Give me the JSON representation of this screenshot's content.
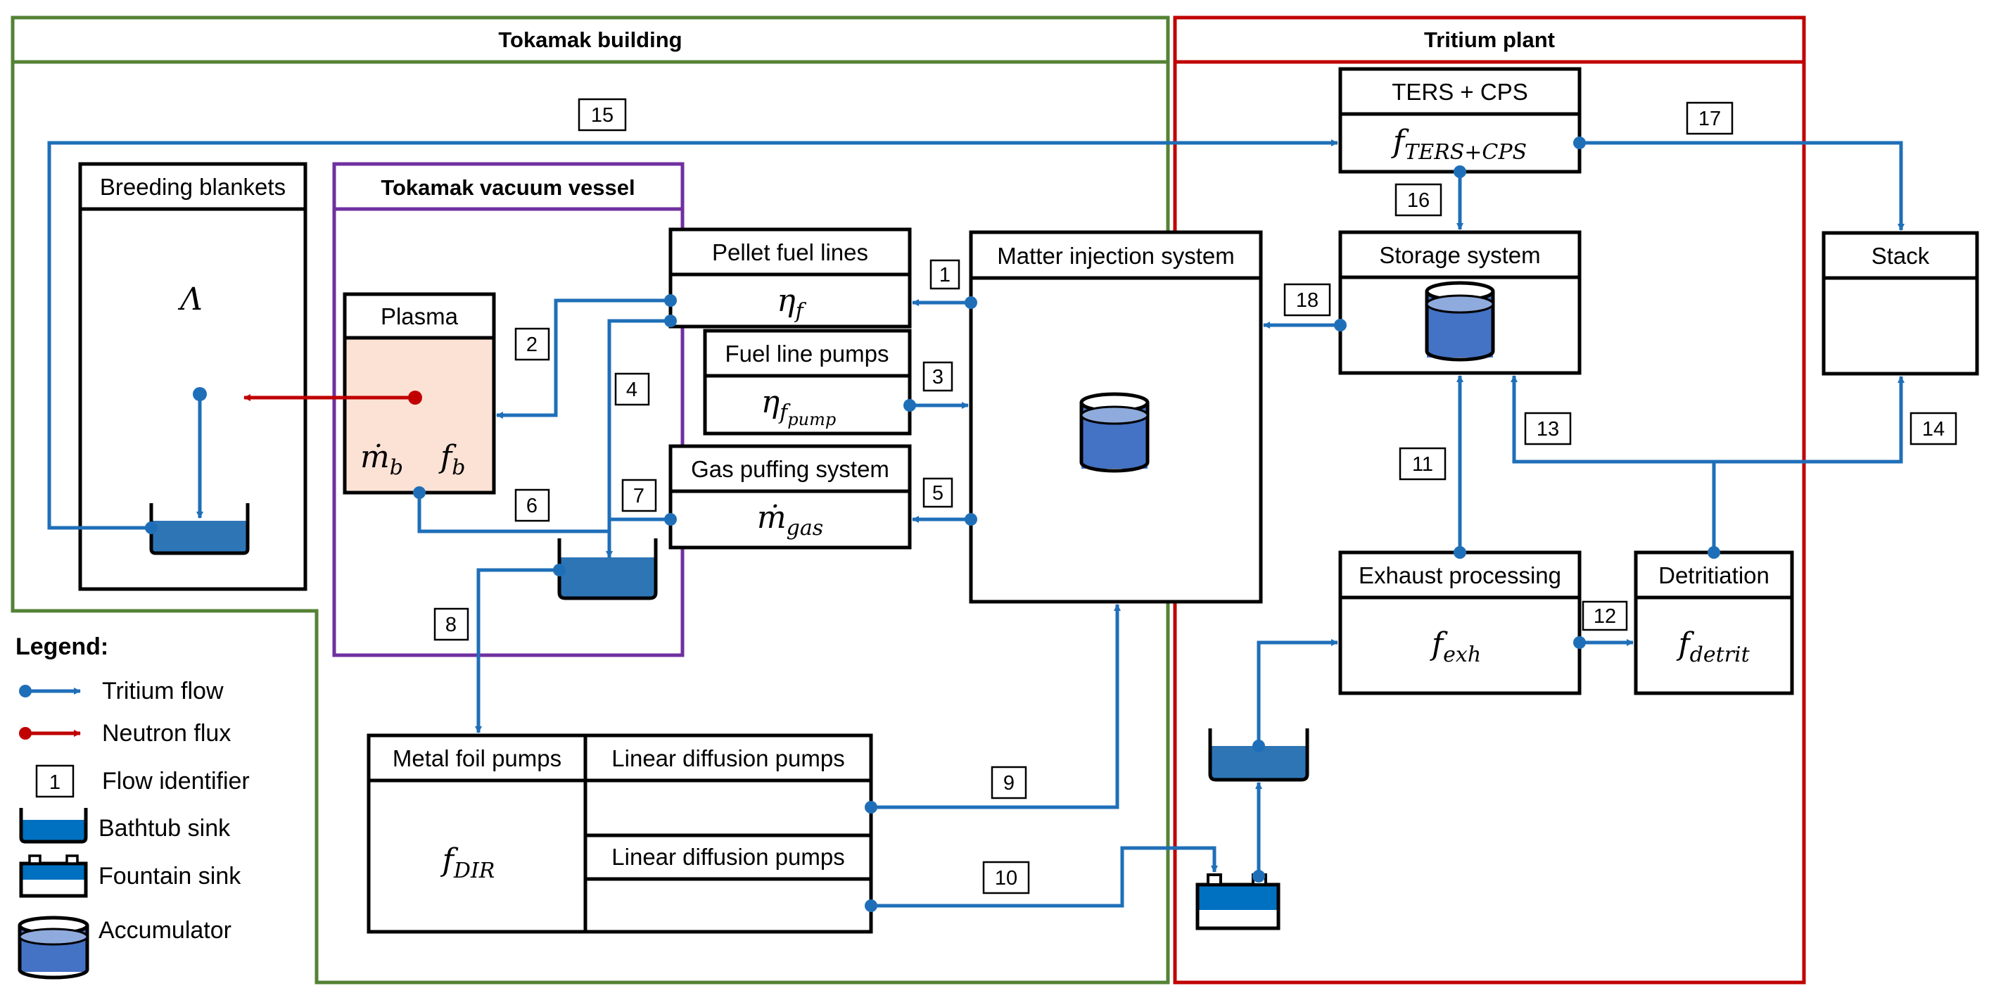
{
  "frames": {
    "tokamak_building": "Tokamak building",
    "tritium_plant": "Tritium plant",
    "vacuum_vessel": "Tokamak vacuum vessel"
  },
  "components": {
    "breeding_blankets": {
      "title": "Breeding blankets",
      "param": "Λ"
    },
    "plasma": {
      "title": "Plasma",
      "param_mdot": "ṁ",
      "param_mdot_sub": "b",
      "param_f": "f",
      "param_f_sub": "b"
    },
    "pellet_fuel_lines": {
      "title": "Pellet fuel lines",
      "param": "η",
      "param_sub": "f"
    },
    "fuel_line_pumps": {
      "title": "Fuel line pumps",
      "param": "η",
      "param_sub": "f",
      "param_subsub": "pump"
    },
    "gas_puffing": {
      "title": "Gas puffing system",
      "param": "ṁ",
      "param_sub": "gas"
    },
    "matter_injection": {
      "title": "Matter injection system"
    },
    "metal_foil_pumps": {
      "title": "Metal foil pumps",
      "param": "f",
      "param_sub": "DIR"
    },
    "linear_diffusion_pumps_1": {
      "title": "Linear diffusion pumps"
    },
    "linear_diffusion_pumps_2": {
      "title": "Linear diffusion pumps"
    },
    "ters_cps": {
      "title": "TERS + CPS",
      "param": "f",
      "param_sub": "TERS+CPS"
    },
    "storage_system": {
      "title": "Storage system"
    },
    "stack": {
      "title": "Stack"
    },
    "exhaust_processing": {
      "title": "Exhaust processing",
      "param": "f",
      "param_sub": "exh"
    },
    "detritiation": {
      "title": "Detritiation",
      "param": "f",
      "param_sub": "detrit"
    }
  },
  "flow_labels": [
    "1",
    "2",
    "3",
    "4",
    "5",
    "6",
    "7",
    "8",
    "9",
    "10",
    "11",
    "12",
    "13",
    "14",
    "15",
    "16",
    "17",
    "18"
  ],
  "legend": {
    "title": "Legend:",
    "tritium_flow": "Tritium flow",
    "neutron_flux": "Neutron flux",
    "flow_identifier_sample": "1",
    "flow_identifier": "Flow identifier",
    "bathtub_sink": "Bathtub sink",
    "fountain_sink": "Fountain sink",
    "accumulator": "Accumulator"
  },
  "colors": {
    "tritium_flow": "#1f6fb8",
    "neutron_flux": "#c00000",
    "building_frame": "#548235",
    "plant_frame": "#c00000",
    "vessel_frame": "#7030a0",
    "plasma_fill": "#fbe2d5",
    "sink_fill": "#2e75b6",
    "accumulator_fill": "#4472c4"
  }
}
